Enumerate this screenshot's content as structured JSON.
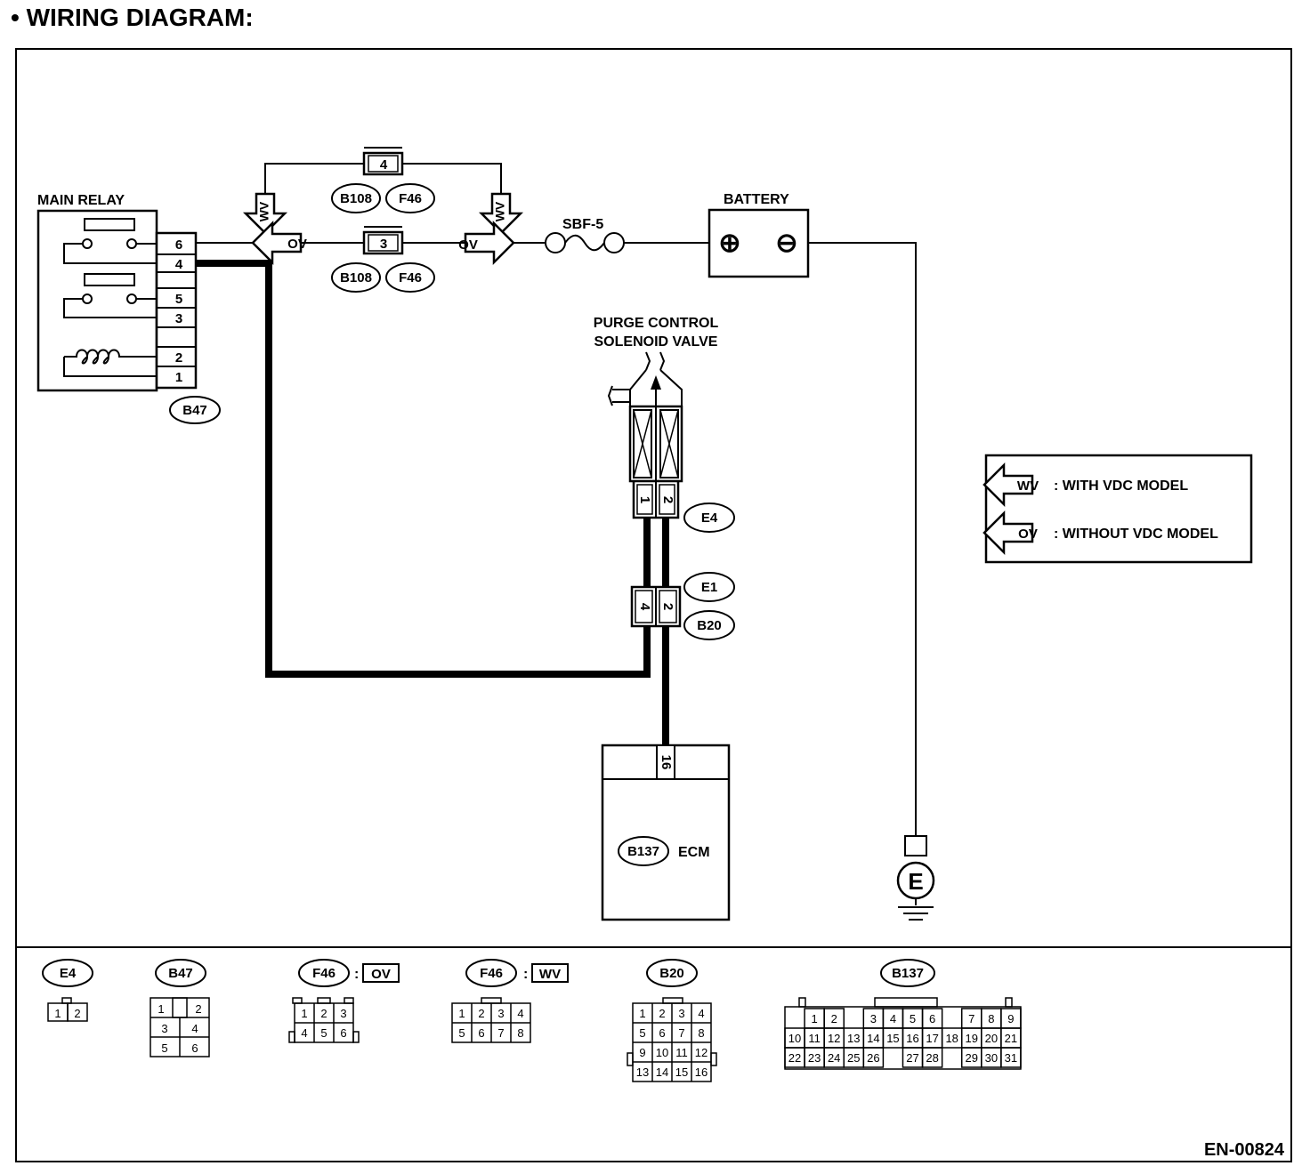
{
  "heading": "•  WIRING DIAGRAM:",
  "labels": {
    "main_relay": "MAIN RELAY",
    "battery": "BATTERY",
    "fuse": "SBF-5",
    "purge_valve_line1": "PURGE CONTROL",
    "purge_valve_line2": "SOLENOID VALVE",
    "ecm": "ECM",
    "ground": "E",
    "plus": "⊕",
    "minus": "⊖"
  },
  "markers": {
    "wv": "WV",
    "ov": "OV"
  },
  "connector_codes": {
    "b47": "B47",
    "b108": "B108",
    "f46": "F46",
    "e4": "E4",
    "e1": "E1",
    "b20": "B20",
    "b137": "B137"
  },
  "relay_pins": [
    "6",
    "4",
    "5",
    "3",
    "2",
    "1"
  ],
  "joint_pins": {
    "upper": "4",
    "lower": "3"
  },
  "valve_pins": [
    "1",
    "2"
  ],
  "junction_pins": [
    "4",
    "2"
  ],
  "ecm_pin": "16",
  "legend": {
    "with_vdc": ": WITH VDC MODEL",
    "without_vdc": ": WITHOUT VDC MODEL"
  },
  "connector_views": {
    "e4": {
      "code": "E4",
      "pins": [
        "1",
        "2"
      ]
    },
    "b47": {
      "code": "B47",
      "pins": [
        "1",
        "2",
        "3",
        "4",
        "5",
        "6"
      ]
    },
    "f46_ov": {
      "code": "F46",
      "variant": "OV",
      "sep": ":",
      "pins": [
        "1",
        "2",
        "3",
        "4",
        "5",
        "6"
      ]
    },
    "f46_wv": {
      "code": "F46",
      "variant": "WV",
      "sep": ":",
      "pins": [
        "1",
        "2",
        "3",
        "4",
        "5",
        "6",
        "7",
        "8"
      ]
    },
    "b20": {
      "code": "B20",
      "pins": [
        "1",
        "2",
        "3",
        "4",
        "5",
        "6",
        "7",
        "8",
        "9",
        "10",
        "11",
        "12",
        "13",
        "14",
        "15",
        "16"
      ]
    },
    "b137": {
      "code": "B137",
      "row1": [
        "1",
        "2",
        "3",
        "4",
        "5",
        "6",
        "7",
        "8",
        "9"
      ],
      "row2": [
        "10",
        "11",
        "12",
        "13",
        "14",
        "15",
        "16",
        "17",
        "18",
        "19",
        "20",
        "21"
      ],
      "row3": [
        "22",
        "23",
        "24",
        "25",
        "26",
        "27",
        "28",
        "29",
        "30",
        "31"
      ]
    }
  },
  "figure_code": "EN-00824"
}
